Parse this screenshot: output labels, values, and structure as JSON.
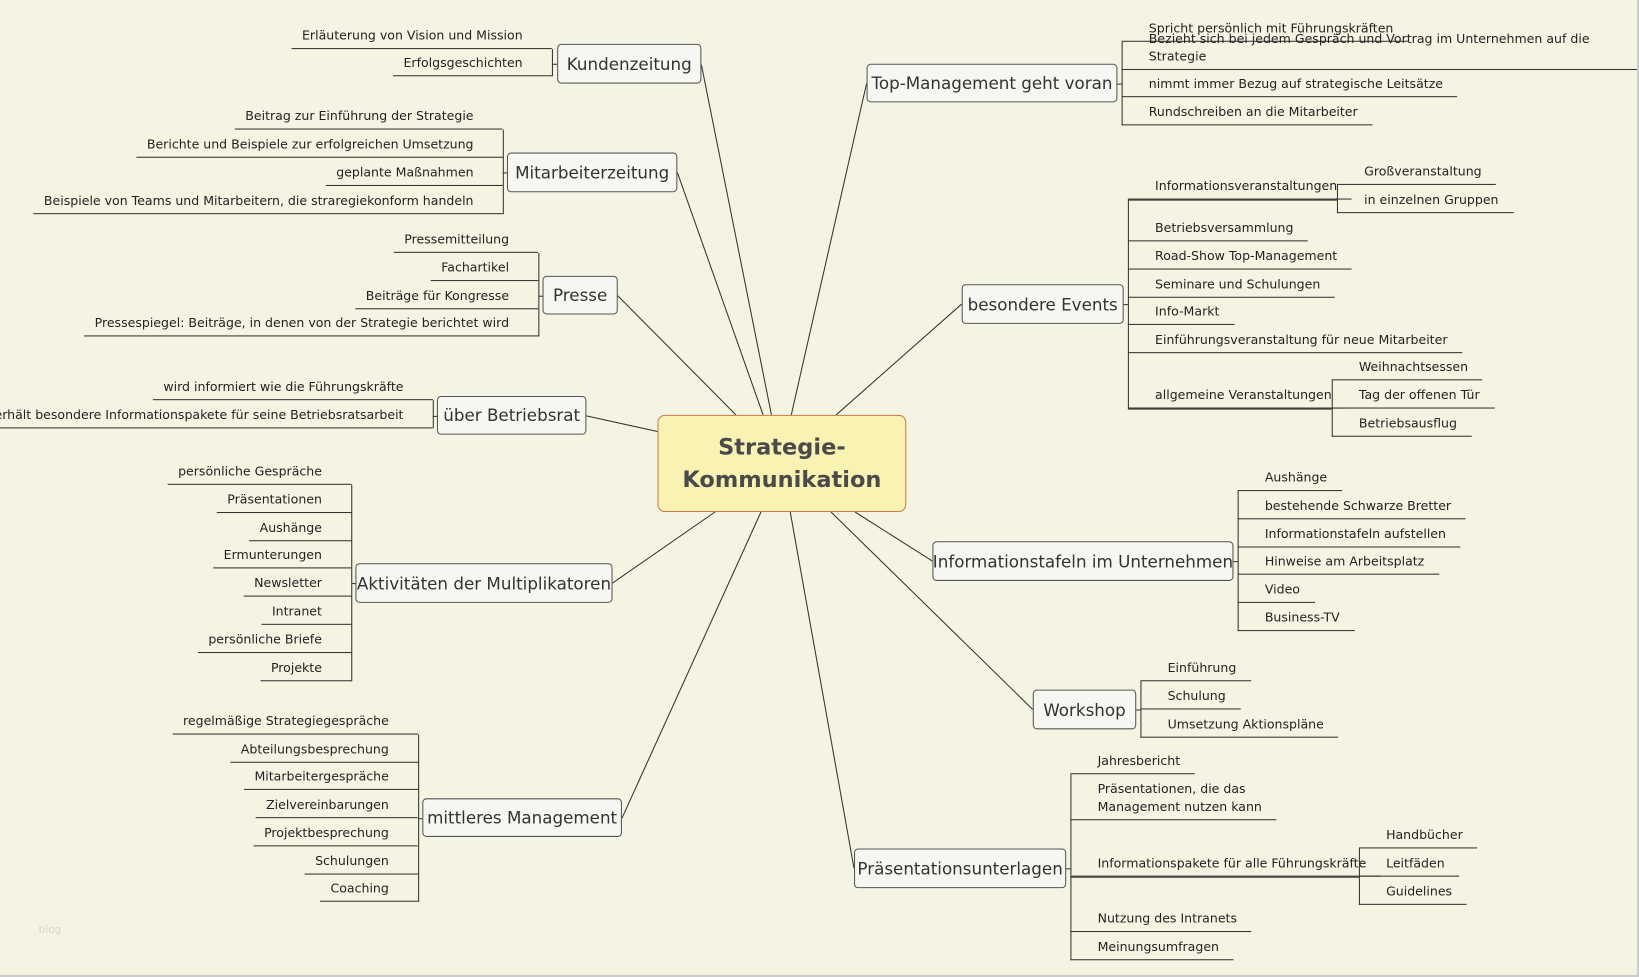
{
  "central": {
    "label": "Strategie-\nKommunikation"
  },
  "watermark": "blog",
  "colors": {
    "background": "#f5f4e2",
    "central_fill": "#f8f3b2",
    "central_border": "#c87a4e",
    "topic_fill": "#f6f6f3"
  },
  "topics": [
    {
      "label": "Kundenzeitung",
      "leaves": [
        {
          "label": "Erläuterung von Vision und Mission"
        },
        {
          "label": "Erfolgsgeschichten"
        }
      ]
    },
    {
      "label": "Mitarbeiterzeitung",
      "leaves": [
        {
          "label": "Beitrag zur Einführung der Strategie"
        },
        {
          "label": "Berichte und Beispiele zur erfolgreichen Umsetzung"
        },
        {
          "label": "geplante Maßnahmen"
        },
        {
          "label": "Beispiele von Teams und Mitarbeitern, die straregiekonform handeln"
        }
      ]
    },
    {
      "label": "Presse",
      "leaves": [
        {
          "label": "Pressemitteilung"
        },
        {
          "label": "Fachartikel"
        },
        {
          "label": "Beiträge für Kongresse"
        },
        {
          "label": "Pressespiegel: Beiträge, in denen von der Strategie berichtet wird"
        }
      ]
    },
    {
      "label": "über Betriebsrat",
      "leaves": [
        {
          "label": "wird informiert wie die Führungskräfte"
        },
        {
          "label": "erhält besondere Informationspakete für seine Betriebsratsarbeit"
        }
      ]
    },
    {
      "label": "Aktivitäten der Multiplikatoren",
      "leaves": [
        {
          "label": "persönliche Gespräche"
        },
        {
          "label": "Präsentationen"
        },
        {
          "label": "Aushänge"
        },
        {
          "label": "Ermunterungen"
        },
        {
          "label": "Newsletter"
        },
        {
          "label": "Intranet"
        },
        {
          "label": "persönliche Briefe"
        },
        {
          "label": "Projekte"
        }
      ]
    },
    {
      "label": "mittleres Management",
      "leaves": [
        {
          "label": "regelmäßige Strategiegespräche"
        },
        {
          "label": "Abteilungsbesprechung"
        },
        {
          "label": "Mitarbeitergespräche"
        },
        {
          "label": "Zielvereinbarungen"
        },
        {
          "label": "Projektbesprechung"
        },
        {
          "label": "Schulungen"
        },
        {
          "label": "Coaching"
        }
      ]
    },
    {
      "label": "Top-Management geht voran",
      "leaves": [
        {
          "label": "Spricht persönlich mit Führungskräften"
        },
        {
          "label": "Bezieht sich bei jedem Gespräch und Vortrag im Unternehmen auf die Strategie"
        },
        {
          "label": "nimmt immer Bezug auf strategische Leitsätze"
        },
        {
          "label": "Rundschreiben an die Mitarbeiter"
        }
      ]
    },
    {
      "label": "besondere Events",
      "leaves": [
        {
          "label": "Informationsveranstaltungen",
          "children": [
            {
              "label": "Großveranstaltung"
            },
            {
              "label": "in einzelnen Gruppen"
            }
          ]
        },
        {
          "label": "Betriebsversammlung"
        },
        {
          "label": "Road-Show Top-Management"
        },
        {
          "label": "Seminare und Schulungen"
        },
        {
          "label": "Info-Markt"
        },
        {
          "label": "Einführungsveranstaltung für neue Mitarbeiter"
        },
        {
          "label": "allgemeine Veranstaltungen",
          "children": [
            {
              "label": "Weihnachtsessen"
            },
            {
              "label": "Tag der offenen Tür"
            },
            {
              "label": "Betriebsausflug"
            }
          ]
        }
      ]
    },
    {
      "label": "Informationstafeln im Unternehmen",
      "leaves": [
        {
          "label": "Aushänge"
        },
        {
          "label": "bestehende Schwarze Bretter"
        },
        {
          "label": "Informationstafeln aufstellen"
        },
        {
          "label": "Hinweise am Arbeitsplatz"
        },
        {
          "label": "Video"
        },
        {
          "label": "Business-TV"
        }
      ]
    },
    {
      "label": "Workshop",
      "leaves": [
        {
          "label": "Einführung"
        },
        {
          "label": "Schulung"
        },
        {
          "label": "Umsetzung Aktionspläne"
        }
      ]
    },
    {
      "label": "Präsentationsunterlagen",
      "leaves": [
        {
          "label": "Jahresbericht"
        },
        {
          "label": "Präsentationen, die das\nManagement nutzen kann"
        },
        {
          "label": "Informationspakete für alle Führungskräfte",
          "children": [
            {
              "label": "Handbücher"
            },
            {
              "label": "Leitfäden"
            },
            {
              "label": "Guidelines"
            }
          ]
        },
        {
          "label": "Nutzung des Intranets"
        },
        {
          "label": "Meinungsumfragen"
        }
      ]
    }
  ]
}
